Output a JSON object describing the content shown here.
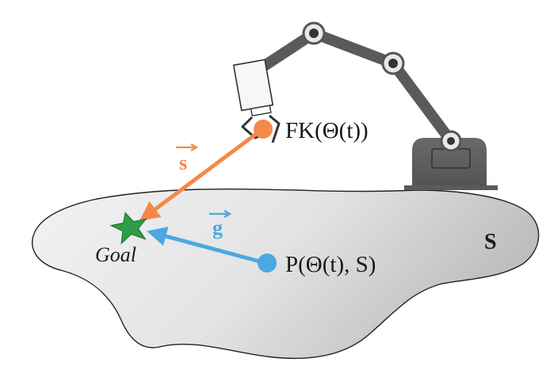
{
  "labels": {
    "fk": "FK(Θ(t))",
    "p": "P(Θ(t), S)",
    "goal": "Goal",
    "surface": "S",
    "vec_s": "s",
    "vec_g": "g"
  },
  "colors": {
    "orange": "#f5894a",
    "blue": "#4aa8e4",
    "goal_star": "#2f9d45",
    "robot_dark": "#5c5c5c",
    "robot_joint": "#3a3a3a",
    "surface_light": "#ececec",
    "surface_dark": "#c4c4c4",
    "outline": "#222222"
  }
}
